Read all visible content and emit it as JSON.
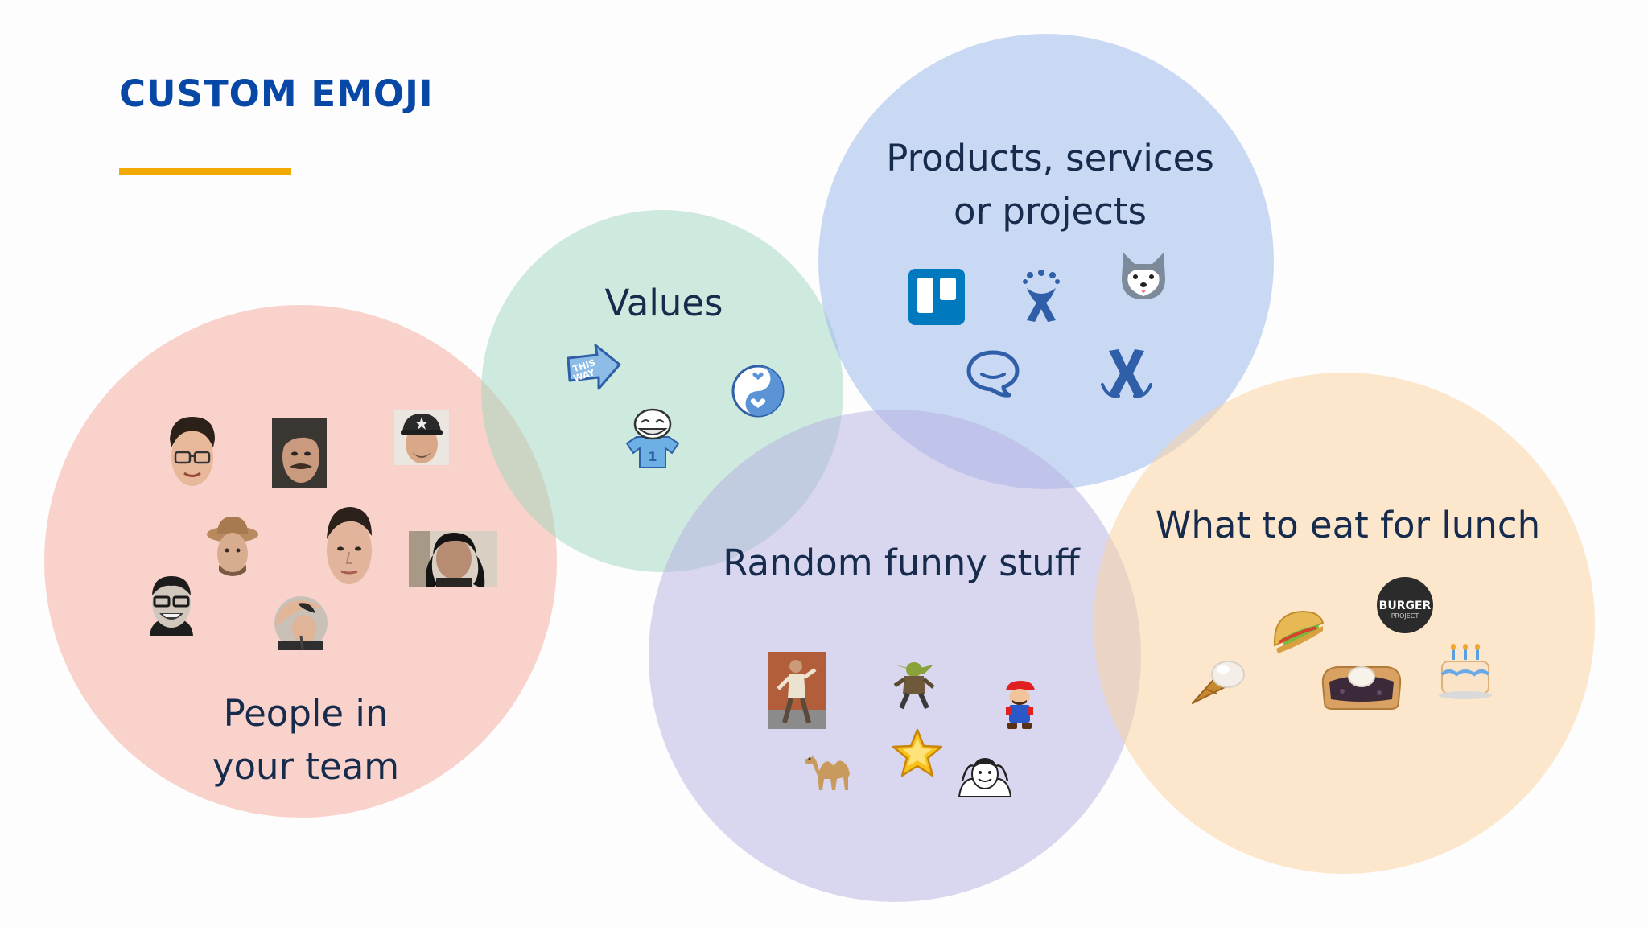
{
  "slide": {
    "title": "CUSTOM EMOJI"
  },
  "colors": {
    "title": "#0747a6",
    "underline": "#f2a900",
    "people": "#f5a89a",
    "values": "#9fd5bd",
    "products": "#98b6ea",
    "random": "#b6b0e3",
    "lunch": "#fcd29b",
    "label": "#172b4d",
    "atlassian_blue": "#2f5fa8",
    "trello_blue": "#0079bf"
  },
  "categories": {
    "people": {
      "label_line1": "People in",
      "label_line2": "your team",
      "emoji": [
        "face-glasses",
        "face-mustache",
        "face-cap",
        "face-cowboy",
        "face-young-man",
        "face-webcam",
        "face-laughing-glasses",
        "face-hand-on-head"
      ]
    },
    "values": {
      "label": "Values",
      "emoji": [
        "this-way-arrow",
        "trollface-jersey",
        "yin-yang-heart"
      ]
    },
    "products": {
      "label_line1": "Products, services",
      "label_line2": "or projects",
      "emoji": [
        "trello-logo",
        "confluence-logo",
        "husky-dog",
        "hipchat-bubble",
        "jira-logo"
      ]
    },
    "random": {
      "label": "Random funny stuff",
      "emoji": [
        "dancing-man",
        "dancing-yoda",
        "mario",
        "camel",
        "star",
        "stressed-man"
      ]
    },
    "lunch": {
      "label": "What to eat for lunch",
      "burger_text": "BURGER",
      "burger_subtext": "PROJECT",
      "emoji": [
        "ice-cream-cone",
        "taco",
        "burger-project-logo",
        "toast-with-icecream",
        "birthday-cake"
      ]
    }
  }
}
